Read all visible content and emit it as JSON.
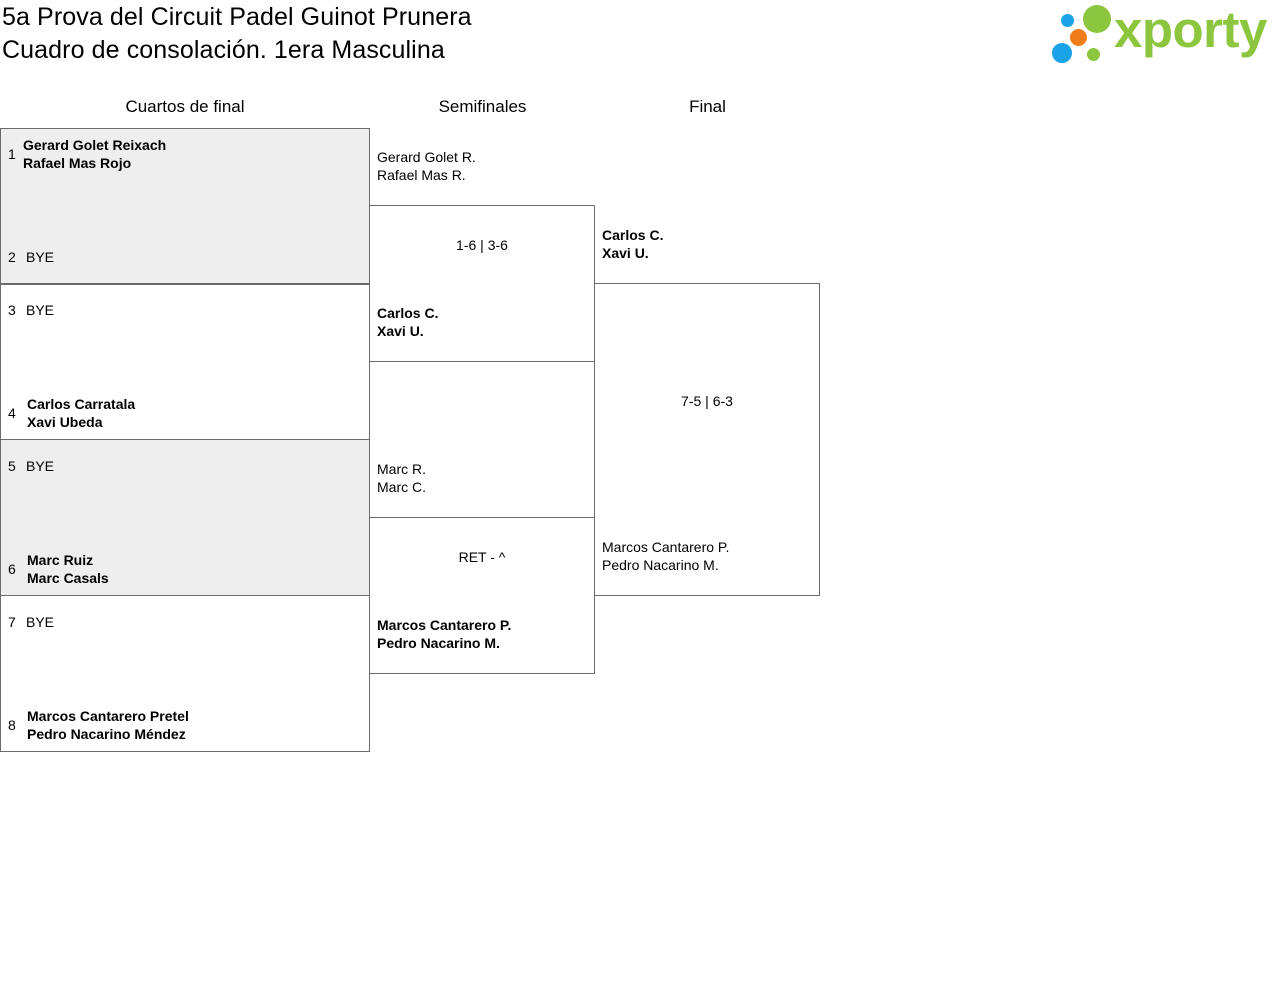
{
  "header": {
    "title_line1": "5a Prova del Circuit Padel Guinot Prunera",
    "title_line2": "Cuadro de consolación. 1era Masculina"
  },
  "logo": {
    "text": "xporty",
    "colors": {
      "text": "#8cc63f",
      "dot_blue": "#1aa3e8",
      "dot_orange": "#f07d19",
      "dot_green": "#8cc63f"
    }
  },
  "rounds": {
    "quarterfinals": "Cuartos de final",
    "semifinals": "Semifinales",
    "final": "Final"
  },
  "quarterfinals": [
    {
      "seed_a": "1",
      "team_a": [
        "Gerard Golet Reixach",
        "Rafael Mas Rojo"
      ],
      "seed_b": "2",
      "team_b": [
        "BYE"
      ]
    },
    {
      "seed_a": "3",
      "team_a": [
        "BYE"
      ],
      "seed_b": "4",
      "team_b": [
        "Carlos Carratala",
        "Xavi Ubeda"
      ]
    },
    {
      "seed_a": "5",
      "team_a": [
        "BYE"
      ],
      "seed_b": "6",
      "team_b": [
        "Marc Ruiz",
        "Marc Casals"
      ]
    },
    {
      "seed_a": "7",
      "team_a": [
        "BYE"
      ],
      "seed_b": "8",
      "team_b": [
        "Marcos Cantarero Pretel",
        "Pedro Nacarino Méndez"
      ]
    }
  ],
  "semifinals": [
    {
      "team_a": [
        "Gerard Golet R.",
        "Rafael Mas R."
      ],
      "score": "1-6 | 3-6",
      "team_b": [
        "Carlos C.",
        "Xavi U."
      ]
    },
    {
      "team_a": [
        "Marc R.",
        "Marc C."
      ],
      "score": "RET - ^",
      "team_b": [
        "Marcos Cantarero P.",
        "Pedro Nacarino M."
      ]
    }
  ],
  "final": {
    "team_a": [
      "Carlos C.",
      "Xavi U."
    ],
    "score": "7-5 | 6-3",
    "team_b": [
      "Marcos Cantarero P.",
      "Pedro Nacarino M."
    ]
  }
}
